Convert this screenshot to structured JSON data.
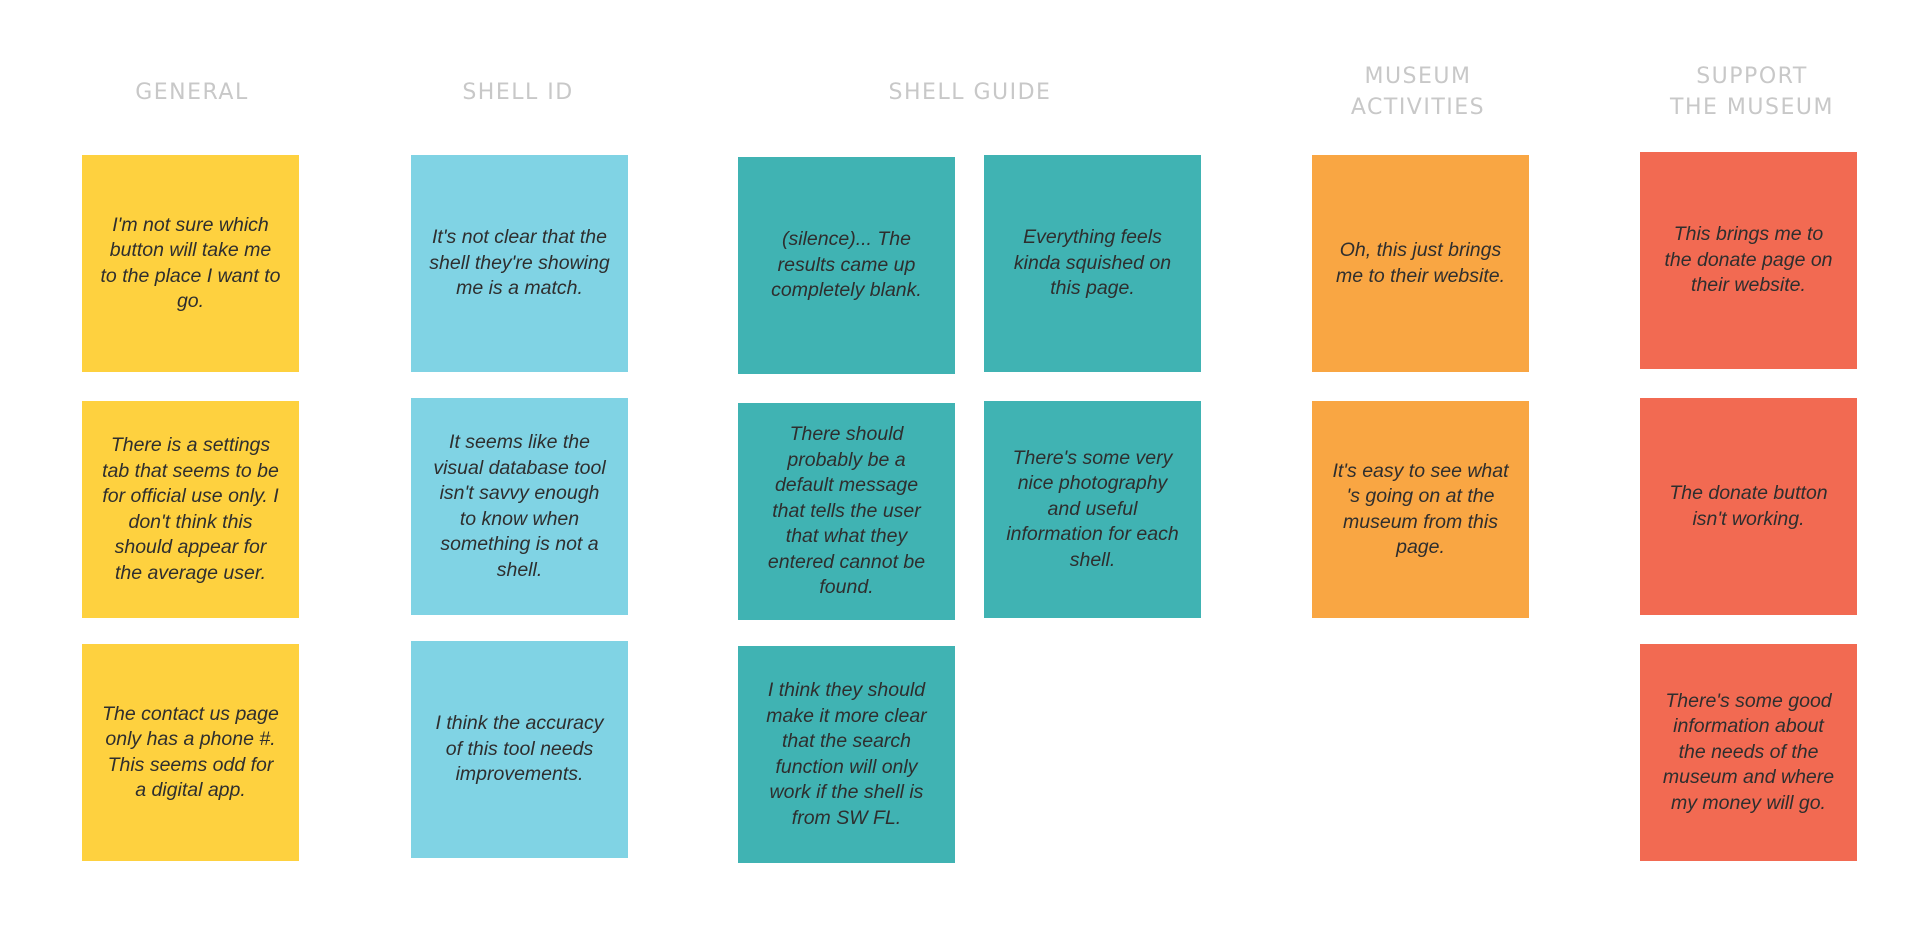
{
  "board": {
    "columns": [
      {
        "heading": "GENERAL",
        "notes": [
          "I'm not sure which button will take me to the place I want to go.",
          "There is a settings tab that seems to be for official use only. I don't think this should appear for the average user.",
          "The contact us page only has a phone #. This seems odd for a digital app."
        ]
      },
      {
        "heading": "SHELL ID",
        "notes": [
          "It's not clear that the shell they're showing me is a match.",
          "It seems like the visual database tool isn't savvy enough to know when something is not a shell.",
          "I think the accuracy of this tool needs improvements."
        ]
      },
      {
        "heading": "SHELL GUIDE",
        "notes": [
          "(silence)... The results came up completely blank.",
          "Everything feels kinda squished on this page.",
          "There should probably be a default message that tells the user that what they entered cannot be found.",
          "There's some very nice photography and useful information for each shell.",
          "I think they should make it more clear that the search function will only work if the shell is from SW FL."
        ]
      },
      {
        "heading": "MUSEUM\nACTIVITIES",
        "notes": [
          "Oh, this just brings me to their website.",
          "It's easy to see what 's going on at the museum from this page."
        ]
      },
      {
        "heading": "SUPPORT\nTHE MUSEUM",
        "notes": [
          "This brings me to the donate page on their website.",
          "The donate button isn't working.",
          "There's some good information about the needs of the museum and where my money will go."
        ]
      }
    ]
  },
  "colors": {
    "general": "#fed13f",
    "shell_id": "#80d3e4",
    "shell_guide": "#40b3b3",
    "museum_activities": "#f9a643",
    "support_the_museum": "#f26a52",
    "heading": "#c8c8c8"
  }
}
